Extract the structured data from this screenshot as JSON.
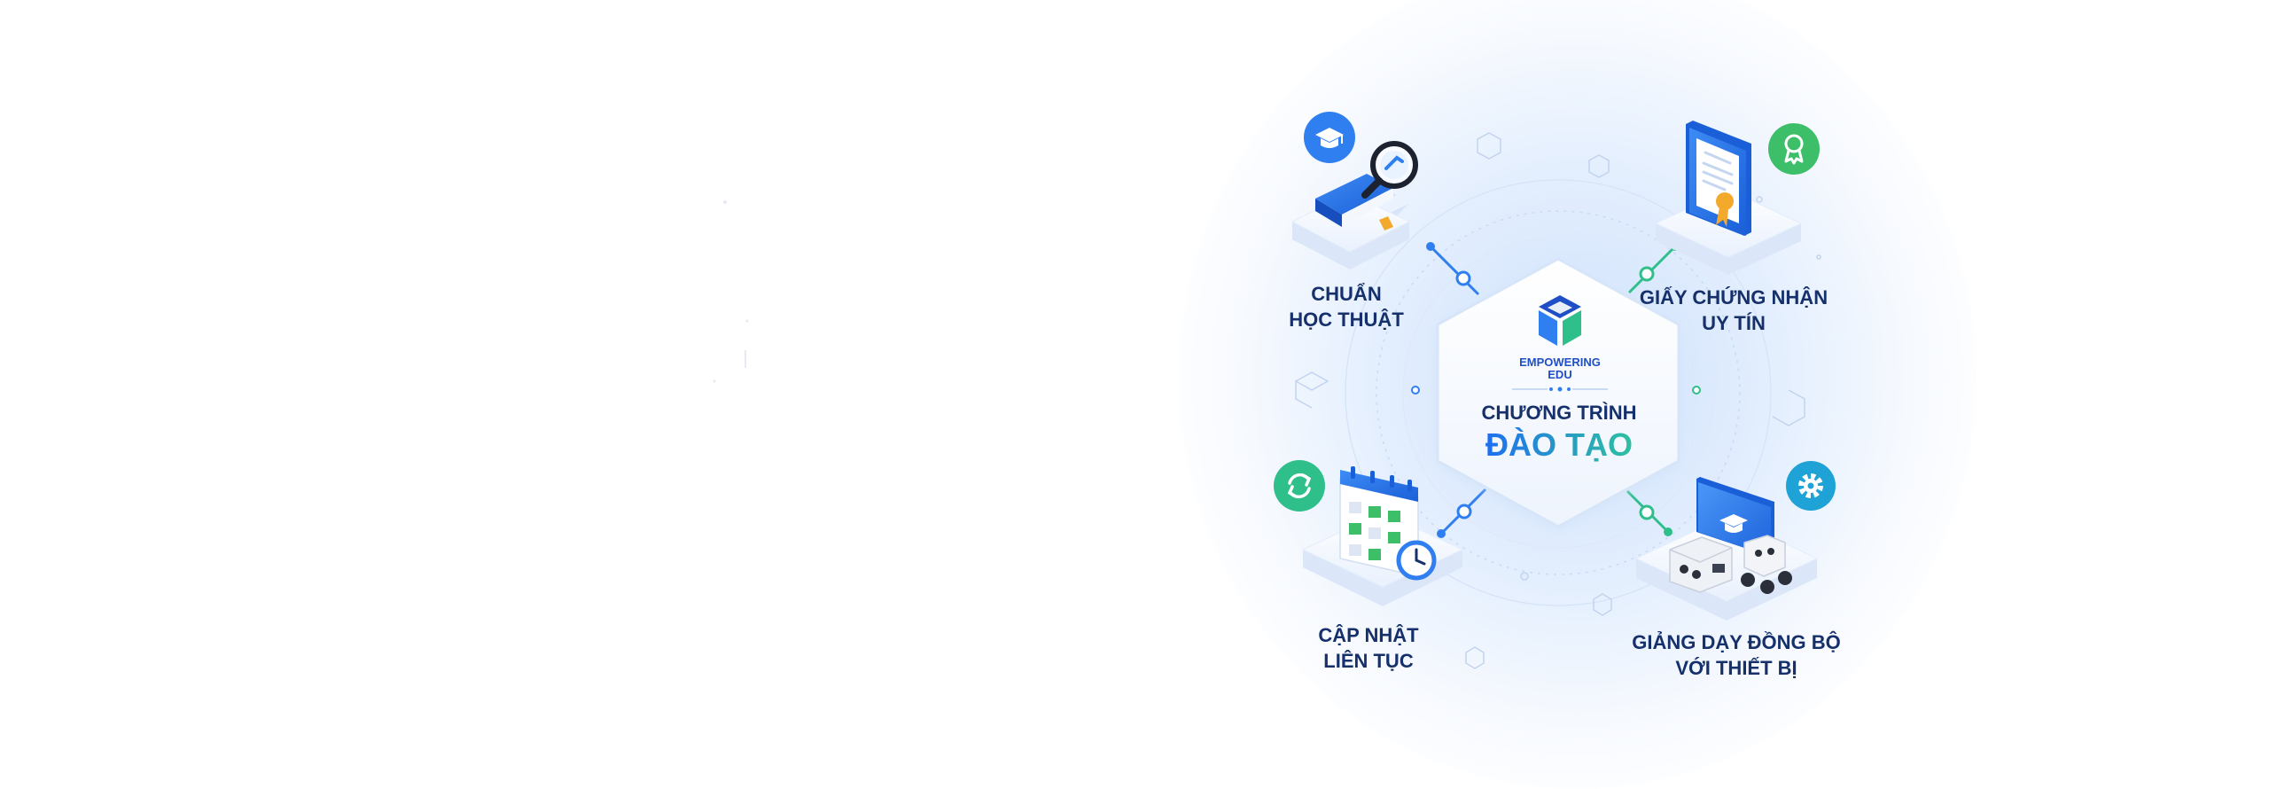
{
  "center": {
    "logo_line1": "EMPOWERING",
    "logo_line2": "EDU",
    "title_line1": "CHƯƠNG TRÌNH",
    "title_line2": "ĐÀO TẠO"
  },
  "nodes": [
    {
      "id": "academic",
      "line1": "CHUẨN",
      "line2": "HỌC THUẬT",
      "icon": "book-magnifier-icon",
      "badge": "graduation-cap-icon",
      "badge_color": "#2f7ff0"
    },
    {
      "id": "certificate",
      "line1": "GIẤY CHỨNG NHẬN",
      "line2": "UY TÍN",
      "icon": "certificate-icon",
      "badge": "award-icon",
      "badge_color": "#3dbf6a"
    },
    {
      "id": "update",
      "line1": "CẬP NHẬT",
      "line2": "LIÊN TỤC",
      "icon": "calendar-clock-icon",
      "badge": "refresh-icon",
      "badge_color": "#2fbf8a"
    },
    {
      "id": "devices",
      "line1": "GIẢNG DẠY ĐỒNG BỘ",
      "line2": "VỚI THIẾT BỊ",
      "icon": "monitor-robot-icon",
      "badge": "gear-icon",
      "badge_color": "#1fa3d6"
    }
  ],
  "colors": {
    "navy": "#15306b",
    "blue": "#2f7ff0",
    "green": "#2fbf8a",
    "accent_gradient_start": "#1e6ff0",
    "accent_gradient_end": "#2fc0a0"
  }
}
